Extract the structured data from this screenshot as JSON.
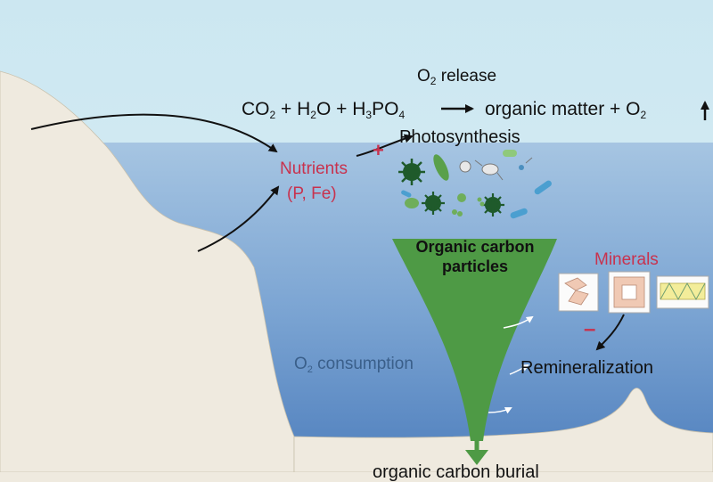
{
  "diagram": {
    "o2_release": {
      "pre": "O",
      "sub": "2",
      "post": " release"
    },
    "equation": {
      "t1": "CO",
      "s1": "2",
      "t2": " + H",
      "s2": "2",
      "t3": "O + H",
      "s3": "3",
      "t4": "PO",
      "s4": "4",
      "t5": "organic matter + O",
      "s5": "2"
    },
    "photosynthesis": "Photosynthesis",
    "nutrients_line1": "Nutrients",
    "nutrients_line2": "(P, Fe)",
    "plus_sign": "+",
    "organic_line1": "Organic carbon",
    "organic_line2": "particles",
    "minerals": "Minerals",
    "minus_sign": "–",
    "remineralization": "Remineralization",
    "o2_consumption": {
      "pre": "O",
      "sub": "2",
      "post": " consumption"
    },
    "bottom_text": "organic carbon burial",
    "colors": {
      "sky": "#cfe6f0",
      "water_top": "#b8d2e8",
      "water_bottom": "#4f7fbd",
      "land": "#efeadf",
      "funnel": "#4e9a45",
      "accent_red": "#c8324e"
    },
    "icons": [
      "diatom-icon",
      "algae-cell-icon",
      "zooplankton-icon",
      "cyanobacteria-icon",
      "mineral-clay-icon",
      "mineral-oxide-icon",
      "mineral-sheet-icon"
    ]
  }
}
